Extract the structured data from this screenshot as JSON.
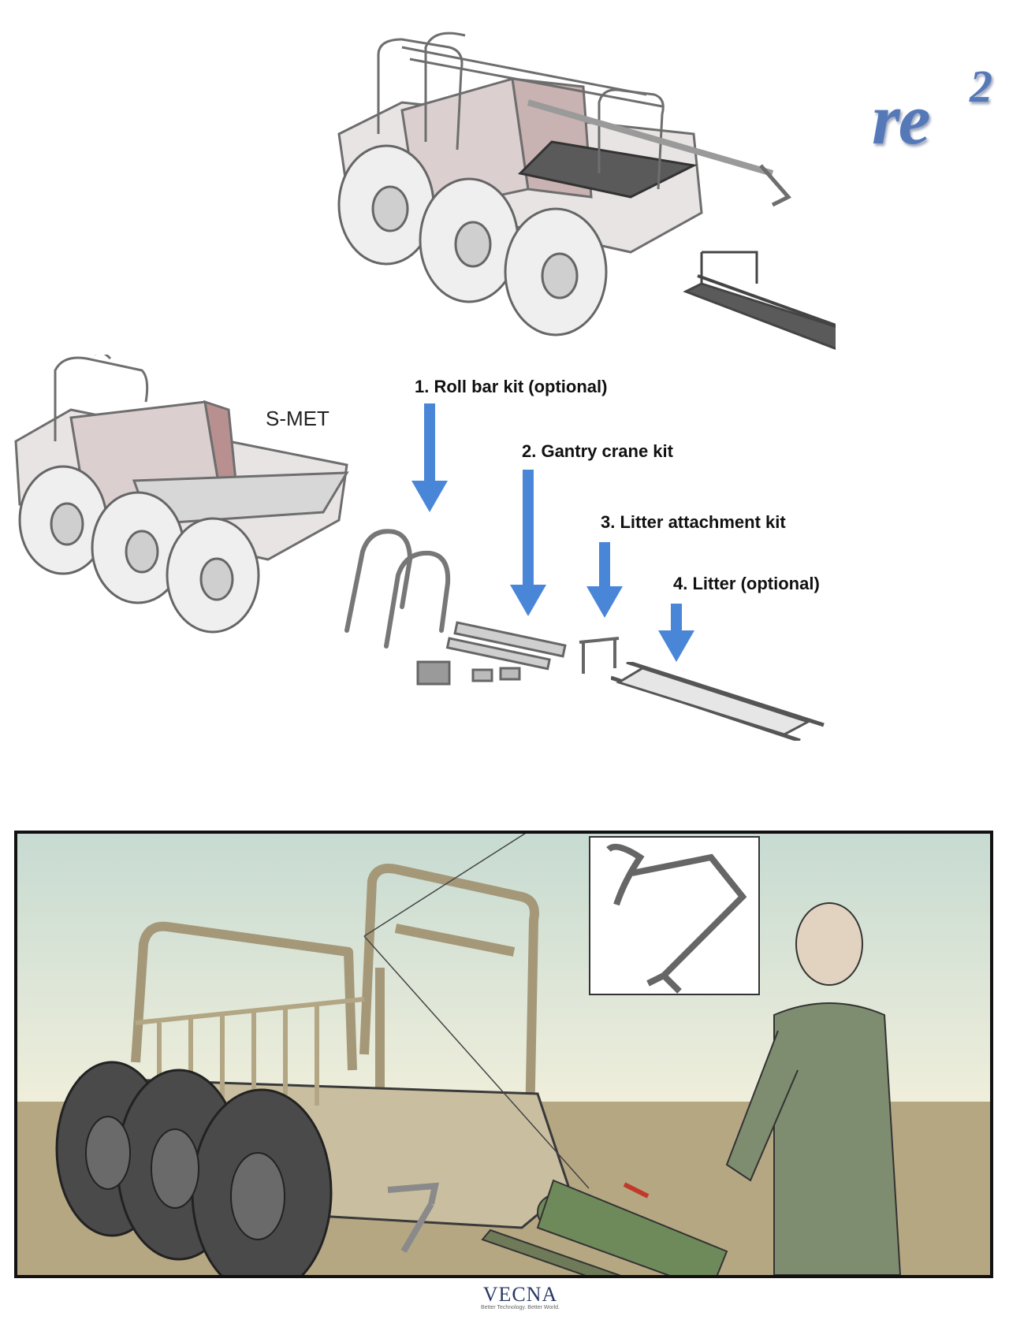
{
  "labels": {
    "vehicle": "S-MET",
    "kit1": "1. Roll bar kit (optional)",
    "kit2": "2. Gantry crane kit",
    "kit3": "3. Litter attachment kit",
    "kit4": "4. Litter (optional)"
  },
  "logo": {
    "base": "re",
    "superscript": "2"
  },
  "footer": {
    "brand": "VECNA",
    "tagline": "Better Technology. Better World."
  },
  "colors": {
    "arrow": "#4a86d8",
    "logo": "#5579b8",
    "vehicle_tan": "#c9bfa0",
    "tire": "#4a4a4a",
    "sky": "#d8e8dc",
    "ground": "#b6a783",
    "uniform": "#7e8c70"
  },
  "icons": [
    "down-arrow-icon"
  ]
}
